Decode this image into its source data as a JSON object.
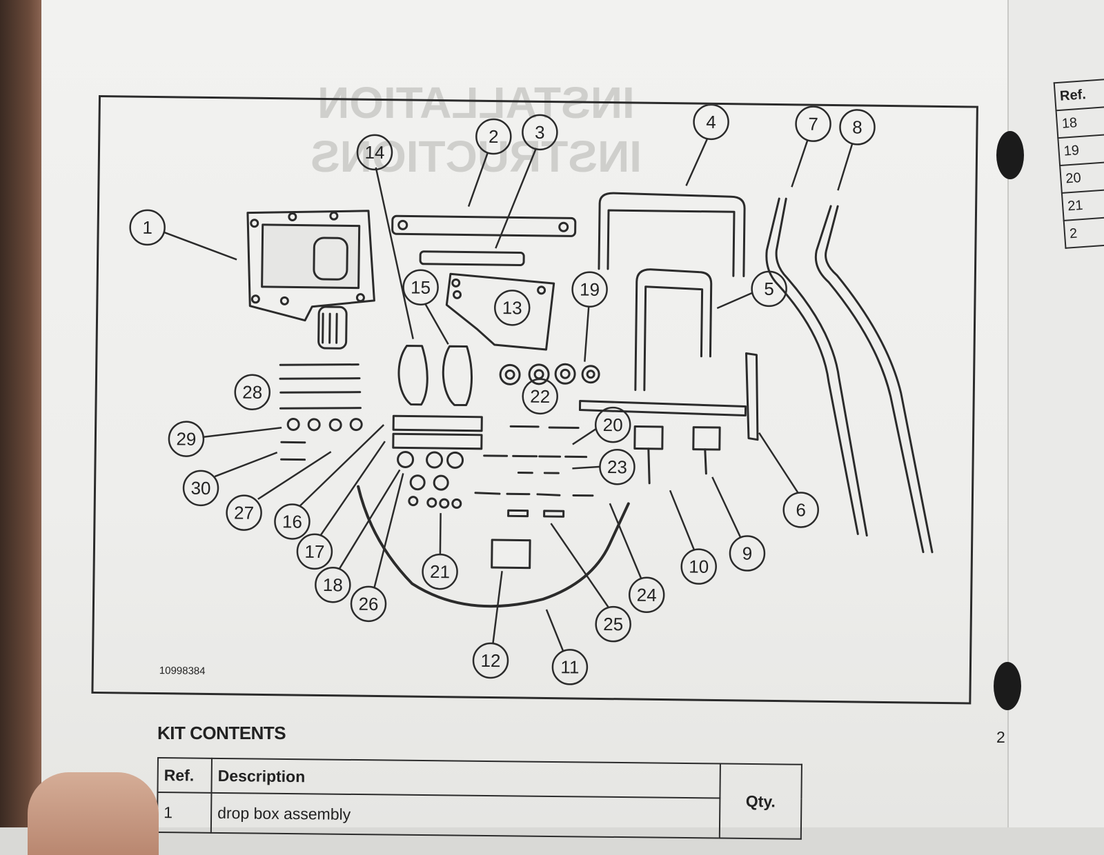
{
  "figure": {
    "id_number": "10998384",
    "callouts": [
      {
        "n": "1"
      },
      {
        "n": "2"
      },
      {
        "n": "3"
      },
      {
        "n": "4"
      },
      {
        "n": "5"
      },
      {
        "n": "6"
      },
      {
        "n": "7"
      },
      {
        "n": "8"
      },
      {
        "n": "9"
      },
      {
        "n": "10"
      },
      {
        "n": "11"
      },
      {
        "n": "12"
      },
      {
        "n": "13"
      },
      {
        "n": "14"
      },
      {
        "n": "15"
      },
      {
        "n": "16"
      },
      {
        "n": "17"
      },
      {
        "n": "18"
      },
      {
        "n": "19"
      },
      {
        "n": "20"
      },
      {
        "n": "21"
      },
      {
        "n": "22"
      },
      {
        "n": "23"
      },
      {
        "n": "24"
      },
      {
        "n": "25"
      },
      {
        "n": "26"
      },
      {
        "n": "27"
      },
      {
        "n": "28"
      },
      {
        "n": "29"
      },
      {
        "n": "30"
      }
    ]
  },
  "section_title": "KIT CONTENTS",
  "page_number": "2",
  "kit_table": {
    "headers": {
      "ref": "Ref.",
      "description": "Description",
      "qty": "Qty."
    },
    "rows": [
      {
        "ref": "1",
        "description": "drop box assembly"
      }
    ]
  },
  "right_page_table": {
    "header": "Ref.",
    "refs": [
      "18",
      "19",
      "20",
      "21",
      "2"
    ]
  }
}
